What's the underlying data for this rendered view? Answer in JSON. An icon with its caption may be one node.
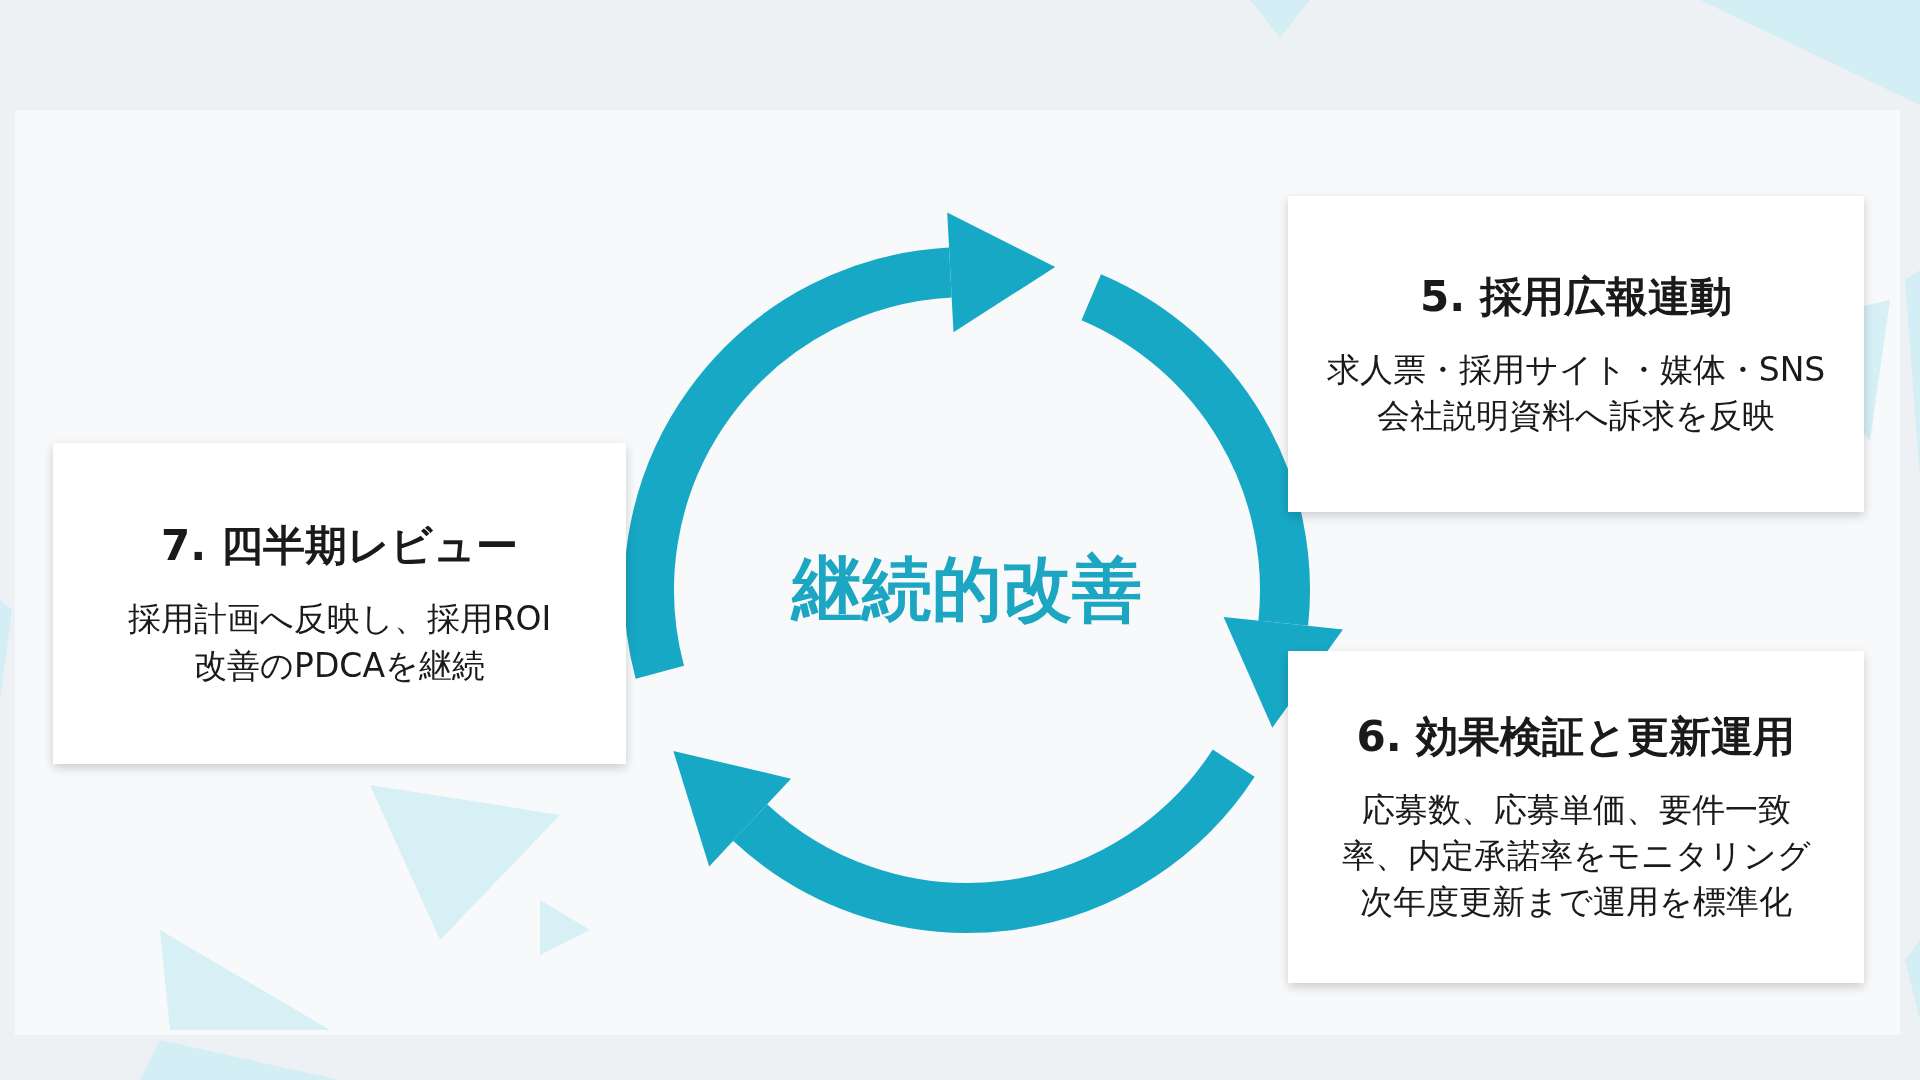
{
  "diagram": {
    "nodes": [
      {
        "text": [
          "継続的改善"
        ]
      },
      {
        "text": [
          "5. 採用広報連動",
          "求人票・採用サイト・媒体・SNS会社説明資料へ訴求を反映"
        ]
      },
      {
        "text": [
          "6. 効果検証と更新運用",
          "応募数、応募単価、要件一致率、内定承諾率をモニタリング次年度更新まで運用を標準化"
        ]
      },
      {
        "text": [
          "7. 四半期レビュー",
          "採用計画へ反映し、採用ROI改善のPDCAを継続"
        ]
      }
    ]
  }
}
